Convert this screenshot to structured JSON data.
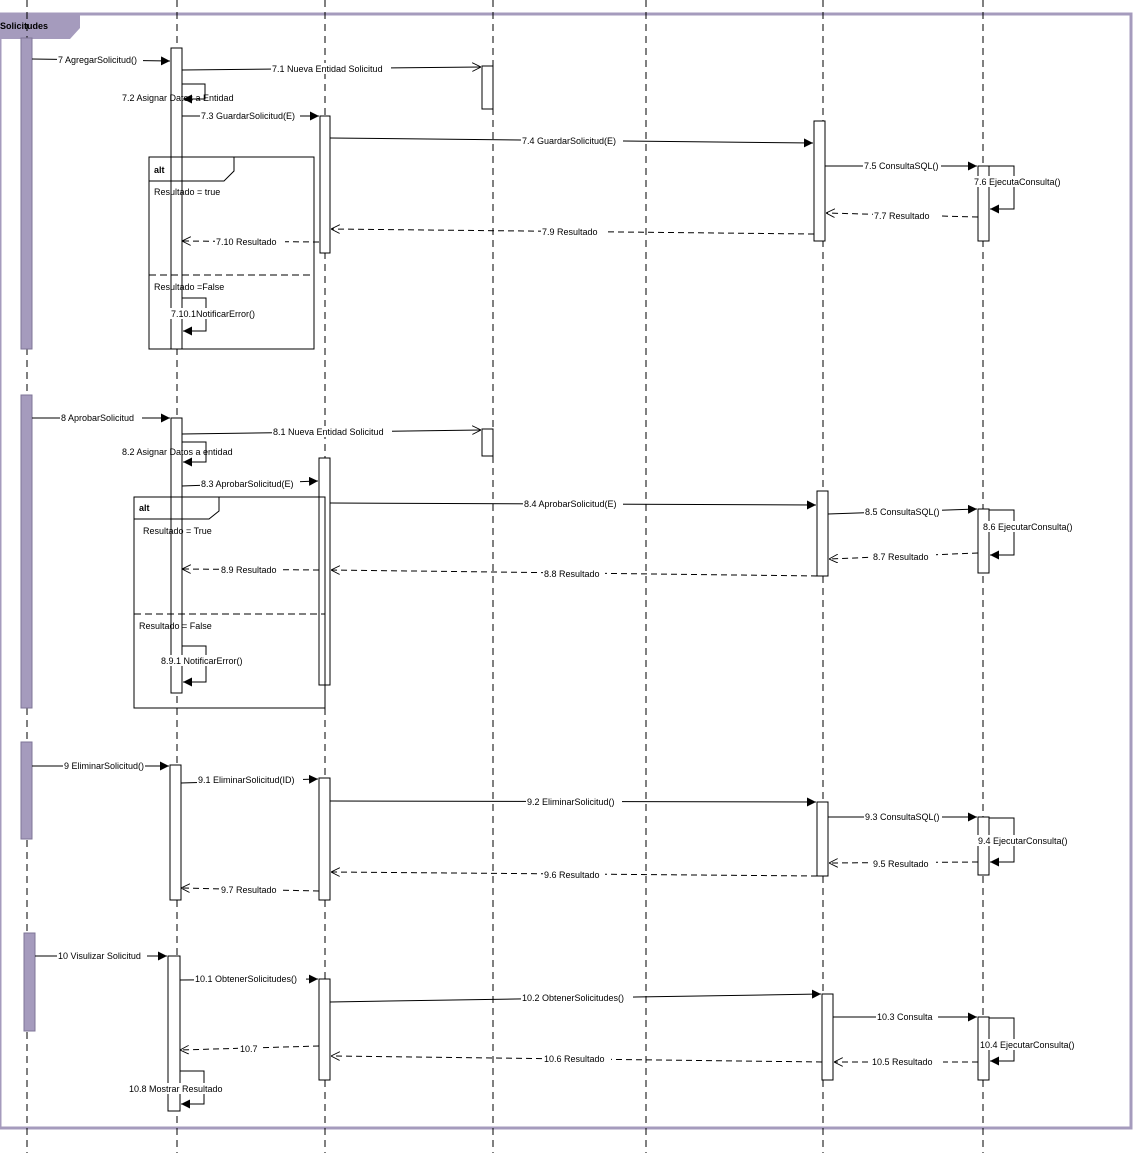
{
  "frame": {
    "title": "Solicitudes"
  },
  "colors": {
    "frame": "#a59bbd",
    "tab": "#a59bbd",
    "activation_actor": "#a59bbd",
    "line": "#000000"
  },
  "sections": [
    {
      "id": "s7",
      "messages": [
        {
          "id": "m7",
          "label": "7 AgregarSolicitud()"
        },
        {
          "id": "m71",
          "label": "7.1 Nueva Entidad Solicitud"
        },
        {
          "id": "m72",
          "label": "7.2 Asignar Datos a Entidad"
        },
        {
          "id": "m73",
          "label": "7.3 GuardarSolicitud(E)"
        },
        {
          "id": "m74",
          "label": "7.4 GuardarSolicitud(E)"
        },
        {
          "id": "m75",
          "label": "7.5 ConsultaSQL()"
        },
        {
          "id": "m76",
          "label": "7.6 EjecutaConsulta()"
        },
        {
          "id": "m77",
          "label": "7.7 Resultado"
        },
        {
          "id": "m79",
          "label": "7.9 Resultado"
        },
        {
          "id": "m710",
          "label": "7.10 Resultado"
        },
        {
          "id": "m7101",
          "label": "7.10.1NotificarError()"
        }
      ],
      "alt": {
        "tag": "alt",
        "guard1": "Resultado = true",
        "guard2": "Resultado =False"
      }
    },
    {
      "id": "s8",
      "messages": [
        {
          "id": "m8",
          "label": "8 AprobarSolicitud"
        },
        {
          "id": "m81",
          "label": "8.1 Nueva Entidad Solicitud"
        },
        {
          "id": "m82",
          "label": "8.2 Asignar Datos a entidad"
        },
        {
          "id": "m83",
          "label": "8.3 AprobarSolicitud(E)"
        },
        {
          "id": "m84",
          "label": "8.4 AprobarSolicitud(E)"
        },
        {
          "id": "m85",
          "label": "8.5 ConsultaSQL()"
        },
        {
          "id": "m86",
          "label": "8.6 EjecutarConsulta()"
        },
        {
          "id": "m87",
          "label": "8.7 Resultado"
        },
        {
          "id": "m88",
          "label": "8.8 Resultado"
        },
        {
          "id": "m89",
          "label": "8.9 Resultado"
        },
        {
          "id": "m891",
          "label": "8.9.1 NotificarError()"
        }
      ],
      "alt": {
        "tag": "alt",
        "guard1": "Resultado = True",
        "guard2": "Resultado = False"
      }
    },
    {
      "id": "s9",
      "messages": [
        {
          "id": "m9",
          "label": "9 EliminarSolicitud()"
        },
        {
          "id": "m91",
          "label": "9.1 EliminarSolicitud(ID)"
        },
        {
          "id": "m92",
          "label": "9.2 EliminarSolicitud()"
        },
        {
          "id": "m93",
          "label": "9.3 ConsultaSQL()"
        },
        {
          "id": "m94",
          "label": "9.4 EjecutarConsulta()"
        },
        {
          "id": "m95",
          "label": "9.5 Resultado"
        },
        {
          "id": "m96",
          "label": "9.6 Resultado"
        },
        {
          "id": "m97",
          "label": "9.7 Resultado"
        }
      ]
    },
    {
      "id": "s10",
      "messages": [
        {
          "id": "m10",
          "label": "10 Visulizar Solicitud"
        },
        {
          "id": "m101",
          "label": "10.1 ObtenerSolicitudes()"
        },
        {
          "id": "m102",
          "label": "10.2 ObtenerSolicitudes()"
        },
        {
          "id": "m103",
          "label": "10.3 Consulta"
        },
        {
          "id": "m104",
          "label": "10.4  EjecutarConsulta()"
        },
        {
          "id": "m105",
          "label": "10.5  Resultado"
        },
        {
          "id": "m106",
          "label": "10.6 Resultado"
        },
        {
          "id": "m107",
          "label": "10.7"
        },
        {
          "id": "m108",
          "label": "10.8 Mostrar Resultado"
        }
      ]
    }
  ]
}
